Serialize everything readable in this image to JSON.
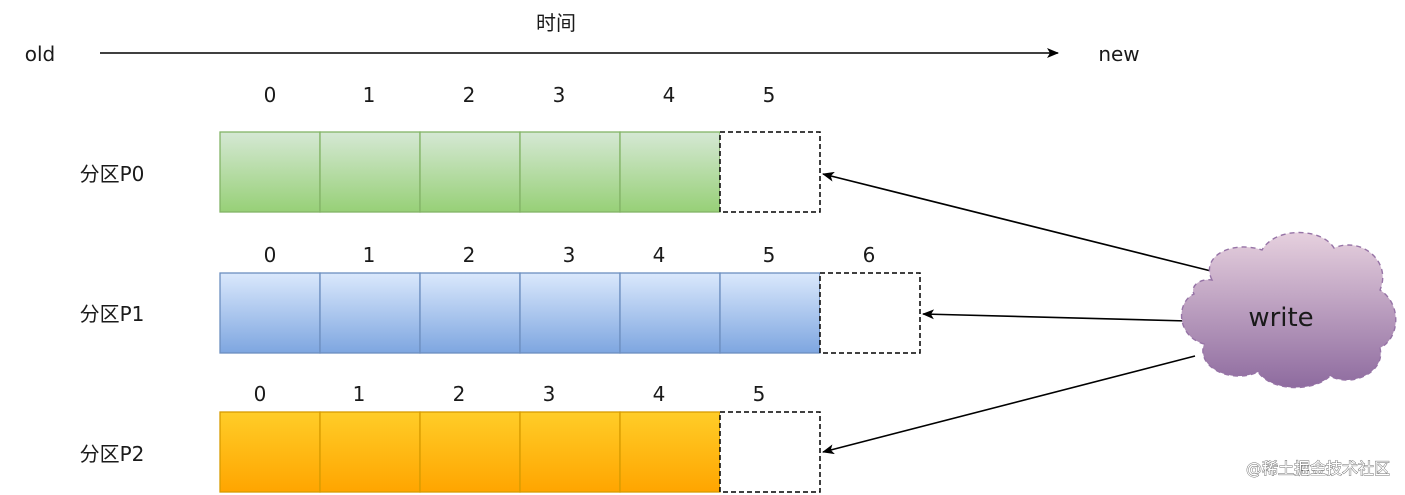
{
  "timeline": {
    "title": "时间",
    "old_label": "old",
    "new_label": "new"
  },
  "partitions": [
    {
      "label": "分区P0",
      "offsets": [
        "0",
        "1",
        "2",
        "3",
        "4",
        "5"
      ],
      "filled_count": 5,
      "fill_top": "#d5e8d4",
      "fill_bottom": "#97d077",
      "stroke": "#82b366"
    },
    {
      "label": "分区P1",
      "offsets": [
        "0",
        "1",
        "2",
        "3",
        "4",
        "5",
        "6"
      ],
      "filled_count": 6,
      "fill_top": "#dae8fc",
      "fill_bottom": "#7ea6e0",
      "stroke": "#6c8ebf"
    },
    {
      "label": "分区P2",
      "offsets": [
        "0",
        "1",
        "2",
        "3",
        "4",
        "5"
      ],
      "filled_count": 5,
      "fill_top": "#ffcd28",
      "fill_bottom": "#ffa500",
      "stroke": "#d79b00"
    }
  ],
  "writer": {
    "label": "write",
    "fill_top": "#e6d0de",
    "fill_bottom": "#8e6b9f",
    "stroke": "#9673a6"
  },
  "watermark": "@稀土掘金技术社区"
}
